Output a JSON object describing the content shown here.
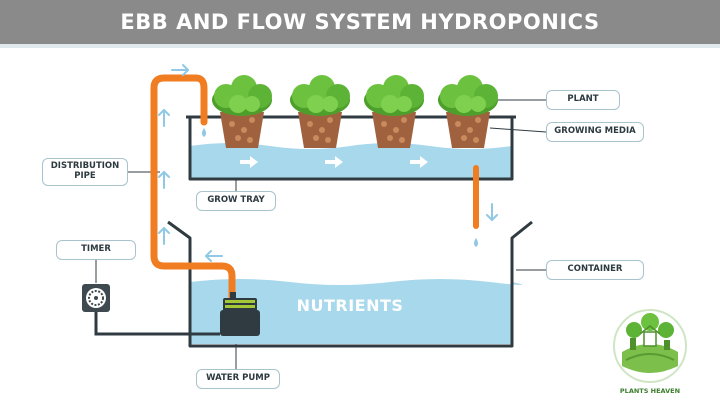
{
  "title": "EBB AND FLOW SYSTEM HYDROPONICS",
  "labels": {
    "plant": "PLANT",
    "growing_media": "GROWING MEDIA",
    "distribution_pipe": "DISTRIBUTION\nPIPE",
    "grow_tray": "GROW TRAY",
    "timer": "TIMER",
    "container": "CONTAINER",
    "water_pump": "WATER PUMP",
    "nutrients": "NUTRIENTS"
  },
  "logo": {
    "text": "PLANTS HEAVEN"
  },
  "colors": {
    "header_bg": "#8a8a8a",
    "water": "#a8d8ec",
    "pipe": "#f07d22",
    "outline": "#2f3b40",
    "plant_green": "#5cb335",
    "media_brown": "#a0623e",
    "label_border": "#a9c3cc",
    "arrow": "#8fc9e6"
  }
}
